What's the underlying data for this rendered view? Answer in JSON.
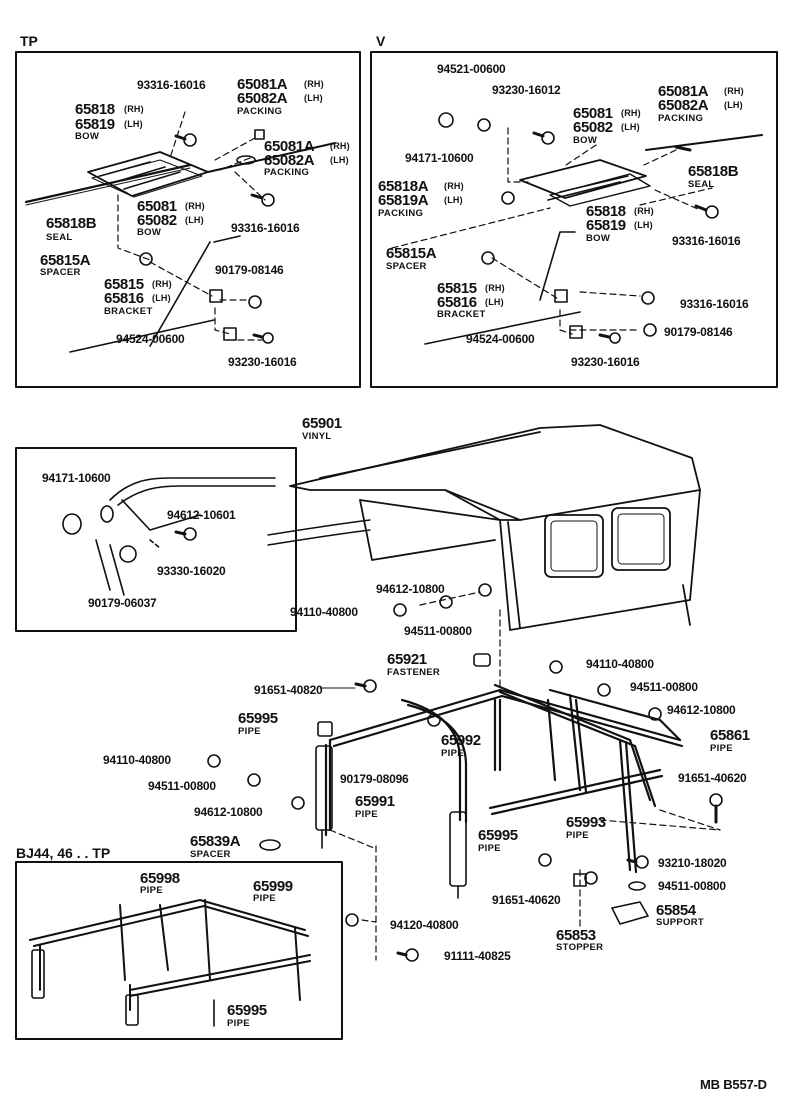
{
  "panels": {
    "tp": "TP",
    "v": "V",
    "bj": "BJ44, 46 . . TP"
  },
  "doc_code": "MB  B557-D",
  "common": {
    "rh": "(RH)",
    "lh": "(LH)",
    "packing": "PACKING",
    "bow": "BOW",
    "seal": "SEAL",
    "spacer": "SPACER",
    "bracket": "BRACKET",
    "pipe": "PIPE",
    "vinyl": "VINYL",
    "fastener": "FASTENER",
    "stopper": "STOPPER",
    "support": "SUPPORT"
  },
  "parts": {
    "p65081A": "65081A",
    "p65082A": "65082A",
    "p65081": "65081",
    "p65082": "65082",
    "p65818": "65818",
    "p65819": "65819",
    "p65818A": "65818A",
    "p65819A": "65819A",
    "p65818B": "65818B",
    "p65815A": "65815A",
    "p65815": "65815",
    "p65816": "65816",
    "p93316": "93316-16016",
    "p90179_08146": "90179-08146",
    "p94524": "94524-00600",
    "p93230_16016": "93230-16016",
    "p94521": "94521-00600",
    "p93230_16012": "93230-16012",
    "p94171": "94171-10600",
    "p65901": "65901",
    "p94612_10601": "94612-10601",
    "p93330": "93330-16020",
    "p90179_06037": "90179-06037",
    "p94612_10800": "94612-10800",
    "p94110": "94110-40800",
    "p94511": "94511-00800",
    "p65921": "65921",
    "p91651_40820": "91651-40820",
    "p65995": "65995",
    "p65992": "65992",
    "p65861": "65861",
    "p90179_08096": "90179-08096",
    "p91651_40620": "91651-40620",
    "p65991": "65991",
    "p65839A": "65839A",
    "p65993": "65993",
    "p93210": "93210-18020",
    "p65854": "65854",
    "p65853": "65853",
    "p94120": "94120-40800",
    "p91111": "91111-40825",
    "p65998": "65998",
    "p65999": "65999"
  }
}
